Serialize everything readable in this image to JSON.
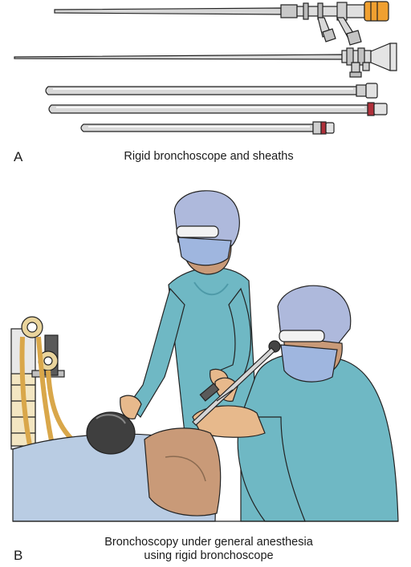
{
  "panel_a": {
    "letter": "A",
    "caption": "Rigid bronchoscope and sheaths"
  },
  "panel_b": {
    "letter": "B",
    "caption_line1": "Bronchoscopy under general anesthesia",
    "caption_line2": "using rigid bronchoscope"
  },
  "colors": {
    "scrubs": "#6fb8c4",
    "scrubs_shadow": "#4e9aa8",
    "cap": "#aeb9dc",
    "mask": "#9fb6df",
    "glove": "#e7b98c",
    "skin": "#c99a78",
    "drape": "#b9cce3",
    "metal": "#d5d5d5",
    "orange_cap": "#f0a030",
    "red_band": "#b0303a",
    "tube_yellow": "#d9a74a"
  }
}
